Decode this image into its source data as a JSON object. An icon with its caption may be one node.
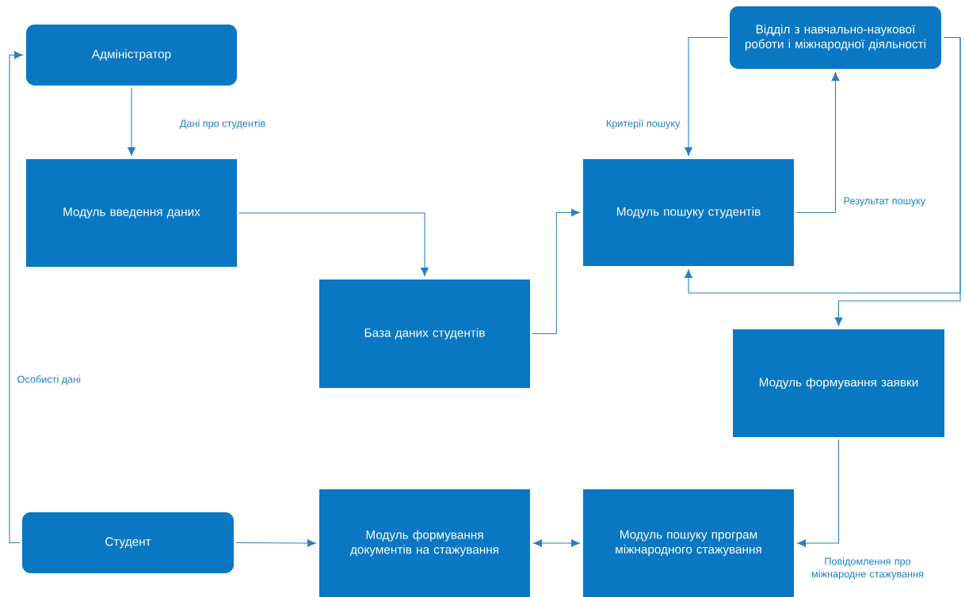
{
  "diagram": {
    "nodes": [
      {
        "text": [
          "Адміністратор"
        ]
      },
      {
        "text": [
          "Відділ з навчально-наукової роботи і міжнародної діяльності"
        ]
      },
      {
        "text": [
          "Модуль введення даних"
        ]
      },
      {
        "text": [
          "Модуль пошуку студентів"
        ]
      },
      {
        "text": [
          "База даних студентів"
        ]
      },
      {
        "text": [
          "Модуль формування заявки"
        ]
      },
      {
        "text": [
          "Студент"
        ]
      },
      {
        "text": [
          "Модуль формування документів на стажування"
        ]
      },
      {
        "text": [
          "Модуль пошуку програм міжнародного стажування"
        ]
      }
    ],
    "edges": [
      {
        "from": 0,
        "to": 2,
        "arrow": "to",
        "label": "Дані про студентів"
      },
      {
        "from": 2,
        "to": 4,
        "arrow": "to"
      },
      {
        "from": 4,
        "to": 3,
        "arrow": "to"
      },
      {
        "from": 1,
        "to": 3,
        "arrow": "to",
        "label": "Критерії пошуку"
      },
      {
        "from": 3,
        "to": 1,
        "arrow": "to",
        "label": "Результат пошуку"
      },
      {
        "from": 1,
        "to": 3,
        "arrow": "to"
      },
      {
        "from": 1,
        "to": 5,
        "arrow": "to"
      },
      {
        "from": 5,
        "to": 8,
        "arrow": "to",
        "label": "Повідомлення про міжнародне стажування"
      },
      {
        "from": 7,
        "to": 8,
        "arrow": "both"
      },
      {
        "from": 6,
        "to": 7,
        "arrow": "to"
      },
      {
        "from": 6,
        "to": 0,
        "arrow": "to",
        "label": "Особисті дані"
      }
    ]
  }
}
